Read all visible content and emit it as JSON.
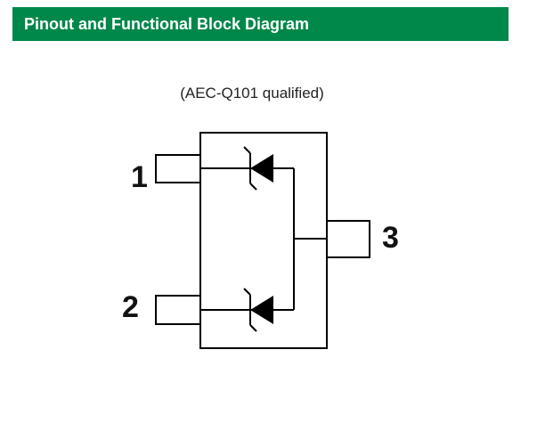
{
  "header": {
    "title": "Pinout and Functional Block Diagram",
    "background_color": "#00874a",
    "text_color": "#ffffff"
  },
  "note": "(AEC-Q101 qualified)",
  "pins": [
    {
      "number": "1"
    },
    {
      "number": "2"
    },
    {
      "number": "3"
    }
  ],
  "diagram": {
    "components": [
      "zener-diode-icon",
      "zener-diode-icon"
    ],
    "line_color": "#000000"
  }
}
